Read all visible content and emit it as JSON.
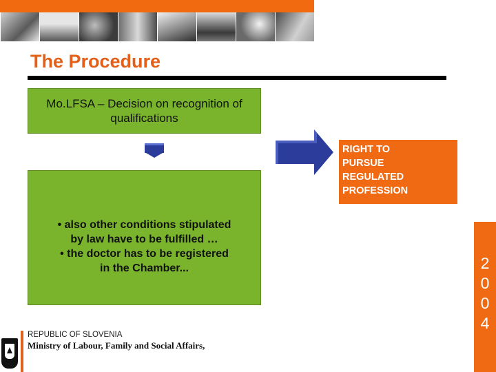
{
  "header": {
    "title": "The Procedure"
  },
  "diagram": {
    "decision_box": "Mo.LFSA – Decision on recognition of qualifications",
    "result_box_lines": [
      "RIGHT TO",
      "PURSUE",
      "REGULATED",
      "PROFESSION"
    ],
    "conditions_lines": [
      "• also other conditions stipulated",
      "by law have to be fulfilled …",
      "• the doctor has to be registered",
      "in the Chamber..."
    ]
  },
  "side_bar": {
    "year_digits": [
      "2",
      "0",
      "0",
      "4"
    ]
  },
  "footer": {
    "country": "REPUBLIC OF SLOVENIA",
    "ministry": "Ministry of Labour, Family and Social Affairs,"
  },
  "colors": {
    "orange": "#ef6a13",
    "green": "#79b42c",
    "blue_arrow": "#2b3c9a",
    "title_orange": "#e2601a"
  },
  "icons": [
    "down-arrow-icon",
    "right-arrow-icon",
    "slovenia-crest-icon"
  ]
}
